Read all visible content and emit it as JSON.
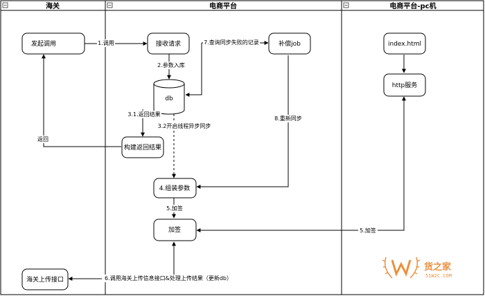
{
  "colors": {
    "line": "#000000",
    "node_stroke": "#000000",
    "node_fill": "#ffffff",
    "watermark": "#e8842a",
    "lane_header": "#ffffff"
  },
  "lanes": [
    {
      "id": "customs",
      "title": "海关"
    },
    {
      "id": "platform",
      "title": "电商平台"
    },
    {
      "id": "pc",
      "title": "电商平台-pc机"
    }
  ],
  "nodes": {
    "initiate_call": "发起调用",
    "receive_request": "接收请求",
    "db": "db",
    "supplement_job": "补偿job",
    "build_result": "构建返回结果",
    "assemble_params": "4.组装参数",
    "sign": "加签",
    "customs_upload": "海关上传接口",
    "index_html": "index.html",
    "http_service": "http服务"
  },
  "edges": {
    "call": "1.调用",
    "persist": "2.参数入库",
    "query_failed": "7.查询同步失败的记录",
    "return_result_31": "3.1.返回结果",
    "async_sync_32": "3.2开启线程异步同步",
    "return": "返回",
    "resync": "8.重新同步",
    "sign_5": "5.加签",
    "sign_5_pc": "5.加签",
    "upload_6": "6.调用海关上传信息接口&处理上传结果（更新db）"
  },
  "watermark": {
    "brand": "货之家",
    "sub": "51W2C.COM"
  },
  "icons": {
    "lane_toggle": "collapse-square-icon",
    "watermark_logo": "laurel-w-logo"
  }
}
